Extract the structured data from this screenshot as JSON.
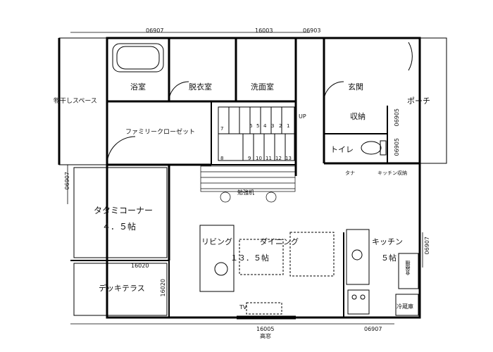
{
  "rooms": {
    "bath": "浴室",
    "dressing": "脱衣室",
    "washroom": "洗面室",
    "entrance": "玄関",
    "porch": "ポーチ",
    "storage": "収納",
    "toilet": "トイレ",
    "drying_space": "物干しスペース",
    "family_closet": "ファミリークローゼット",
    "tatami_name": "タタミコーナー",
    "tatami_size": "４．５帖",
    "living": "リビング",
    "dining": "ダイニング",
    "ld_size": "１３．５帖",
    "kitchen": "キッチン",
    "kitchen_size": "５帖",
    "deck": "デッキテラス",
    "study_desk": "勉強机",
    "tana": "タナ",
    "kitchen_storage": "キッチン収納",
    "pantry": "食器棚",
    "fridge": "冷蔵庫",
    "tv": "TV",
    "high_window": "高窓"
  },
  "stairs": {
    "up_label": "UP",
    "upper_steps": [
      "7",
      "6",
      "5",
      "4",
      "3",
      "2",
      "1"
    ],
    "lower_steps": [
      "8",
      "9",
      "10",
      "11",
      "12",
      "13"
    ]
  },
  "dimensions": {
    "top_left": "06907",
    "top_mid": "16003",
    "top_right": "06903",
    "left_side": "06907",
    "entrance_side_1": "06905",
    "entrance_side_2": "06905",
    "kitchen_side": "06907",
    "tatami_bottom": "16020",
    "deck_side": "16020",
    "bottom_mid": "16005",
    "bottom_right": "06907"
  }
}
